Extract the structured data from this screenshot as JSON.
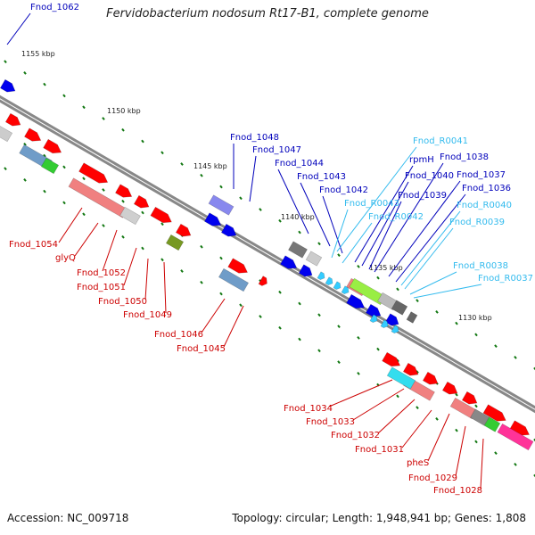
{
  "title": "Fervidobacterium nodosum Rt17-B1, complete genome",
  "footer": {
    "accession": "Accession: NC_009718",
    "summary": "Topology: circular; Length: 1,948,941 bp; Genes: 1,808"
  },
  "colors": {
    "backbone": "#888888",
    "gene_red": "#ff0000",
    "gene_blue": "#0000ee",
    "rna_cyan": "#33ccff",
    "label_red": "#cc0000",
    "label_blue": "#0000bb",
    "label_cyan": "#33bbee",
    "tick_green": "#117711"
  },
  "scale_ticks": [
    "1155 kbp",
    "1150 kbp",
    "1145 kbp",
    "1140 kbp",
    "1135 kbp",
    "1130 kbp"
  ],
  "labels_red": [
    "Fnod_1054",
    "glyQ",
    "Fnod_1052",
    "Fnod_1051",
    "Fnod_1050",
    "Fnod_1049",
    "Fnod_1046",
    "Fnod_1045",
    "Fnod_1034",
    "Fnod_1033",
    "Fnod_1032",
    "Fnod_1031",
    "pheS",
    "Fnod_1029",
    "Fnod_1028"
  ],
  "labels_blue": [
    "Fnod_1062",
    "Fnod_1048",
    "Fnod_1047",
    "Fnod_1044",
    "Fnod_1043",
    "Fnod_1042",
    "rpmH",
    "Fnod_1040",
    "Fnod_1039",
    "Fnod_1038",
    "Fnod_1037",
    "Fnod_1036"
  ],
  "labels_cyan": [
    "Fnod_R0041",
    "Fnod_R0043",
    "Fnod_R0042",
    "Fnod_R0040",
    "Fnod_R0039",
    "Fnod_R0038",
    "Fnod_R0037"
  ]
}
